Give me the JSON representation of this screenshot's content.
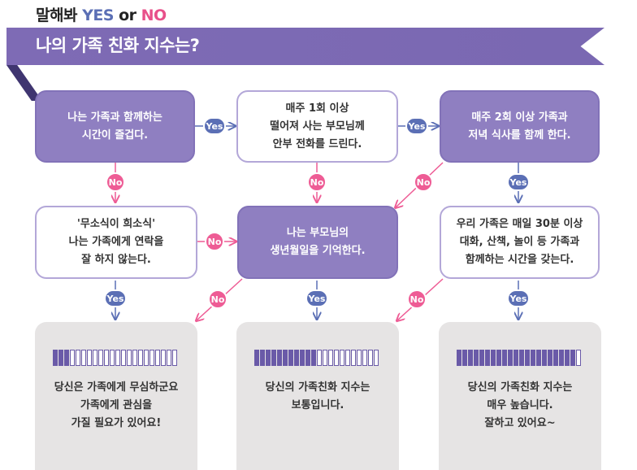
{
  "header": {
    "prefix": "말해봐 ",
    "yes": "YES",
    "or": " or ",
    "no": "NO"
  },
  "banner": {
    "title": "나의 가족 친화 지수는?"
  },
  "colors": {
    "purple": "#8f7fc1",
    "dark_purple": "#6a5aa8",
    "yes": "#5b6fb5",
    "no": "#ee5c95",
    "result_bg": "#e6e4e4"
  },
  "questions": {
    "q1": "나는 가족과 함께하는\n시간이 즐겁다.",
    "q2": "매주 1회 이상\n떨어져 사는 부모님께\n안부 전화를 드린다.",
    "q3": "매주 2회 이상 가족과\n저녁 식사를 함께 한다.",
    "q4": "'무소식이 희소식'\n나는 가족에게 연락을\n잘 하지 않는다.",
    "q5": "나는 부모님의\n생년월일을 기억한다.",
    "q6": "우리 가족은 매일 30분 이상\n대화, 산책, 놀이 등 가족과\n함께하는 시간을 갖는다."
  },
  "labels": {
    "yes": "Yes",
    "no": "No"
  },
  "results": [
    {
      "text": "당신은 가족에게 무심하군요\n가족에게 관심을\n가질 필요가 있어요!",
      "level": 0.12
    },
    {
      "text": "당신의 가족친화 지수는\n보통입니다.",
      "level": 0.5
    },
    {
      "text": "당신의 가족친화 지수는\n매우 높습니다.\n잘하고 있어요~",
      "level": 0.95
    }
  ]
}
